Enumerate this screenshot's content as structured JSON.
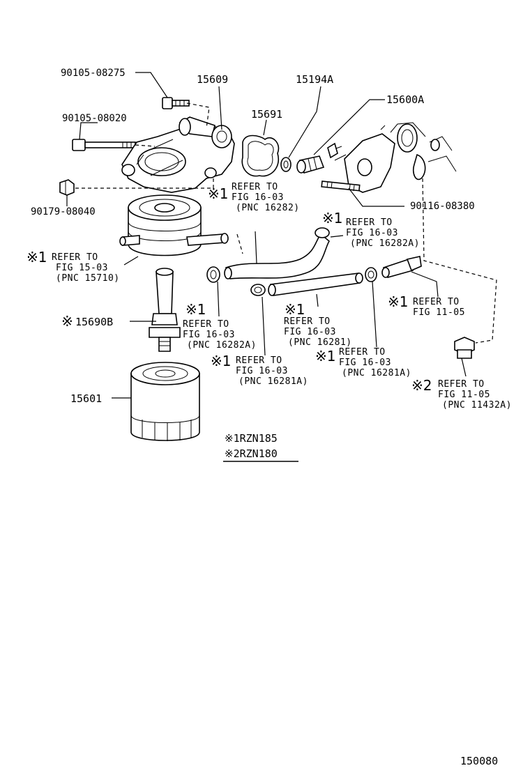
{
  "refer_mark": "※",
  "parts": {
    "bolt_upper": "90105-08275",
    "oil_filter_bracket": "15609",
    "o_ring": "15194A",
    "union": "15600A",
    "gasket": "15691",
    "bolt_long": "90105-08020",
    "plug": "90179-08040",
    "stud_bolt": "90116-08380",
    "relief_valve": "15690B",
    "oil_filter": "15601"
  },
  "refs": [
    {
      "mark": "※1",
      "line1": "REFER TO",
      "line2": "FIG 16-03",
      "line3": "(PNC 16282)"
    },
    {
      "mark": "※1",
      "line1": "REFER TO",
      "line2": "FIG 15-03",
      "line3": "(PNC 15710)"
    },
    {
      "mark": "※1",
      "line1": "REFER TO",
      "line2": "FIG 16-03",
      "line3": "(PNC 16282A)"
    },
    {
      "mark": "※1",
      "line1": "REFER TO",
      "line2": "FIG 16-03",
      "line3": "(PNC 16282A)"
    },
    {
      "mark": "※1",
      "line1": "REFER TO",
      "line2": "FIG 16-03",
      "line3": "(PNC 16281)"
    },
    {
      "mark": "※1",
      "line1": "REFER TO",
      "line2": "FIG 11-05",
      "line3": ""
    },
    {
      "mark": "※1",
      "line1": "REFER TO",
      "line2": "FIG 16-03",
      "line3": "(PNC 16281A)"
    },
    {
      "mark": "※1",
      "line1": "REFER TO",
      "line2": "FIG 16-03",
      "line3": "(PNC 16281A)"
    },
    {
      "mark": "※2",
      "line1": "REFER TO",
      "line2": "FIG 11-05",
      "line3": "(PNC 11432A)"
    }
  ],
  "legend": {
    "item1": "※1RZN185",
    "item2": "※2RZN180"
  },
  "figure_number": "150080"
}
